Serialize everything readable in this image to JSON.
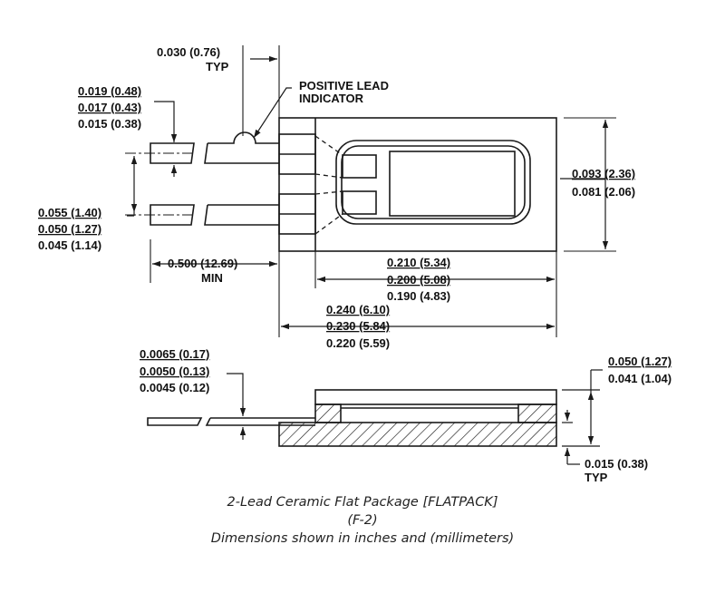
{
  "drawing": {
    "colors": {
      "ink": "#1a1a1a"
    },
    "top_view": {
      "lead_pitch_typ": [
        "0.030 (0.76)",
        "TYP"
      ],
      "positive_lead_indicator": [
        "POSITIVE  LEAD",
        "INDICATOR"
      ],
      "lead_width": [
        "0.019 (0.48)",
        "0.017 (0.43)",
        "0.015 (0.38)"
      ],
      "lead_spacing": [
        "0.055 (1.40)",
        "0.050 (1.27)",
        "0.045 (1.14)"
      ],
      "lead_length_min": [
        "0.500 (12.69)",
        "MIN"
      ],
      "body_width": [
        "0.093 (2.36)",
        "0.081 (2.06)"
      ],
      "inner_length": [
        "0.210 (5.34)",
        "0.200 (5.08)",
        "0.190 (4.83)"
      ],
      "body_length": [
        "0.240 (6.10)",
        "0.230 (5.84)",
        "0.220 (5.59)"
      ]
    },
    "side_view": {
      "lead_thickness": [
        "0.0065 (0.17)",
        "0.0050 (0.13)",
        "0.0045 (0.12)"
      ],
      "package_height": [
        "0.050 (1.27)",
        "0.041 (1.04)"
      ],
      "base_thickness_typ": [
        "0.015 (0.38)",
        "TYP"
      ]
    }
  },
  "caption": {
    "title": "2-Lead Ceramic Flat Package [FLATPACK]",
    "code": "(F-2)",
    "note": "Dimensions shown in inches and (millimeters)"
  }
}
